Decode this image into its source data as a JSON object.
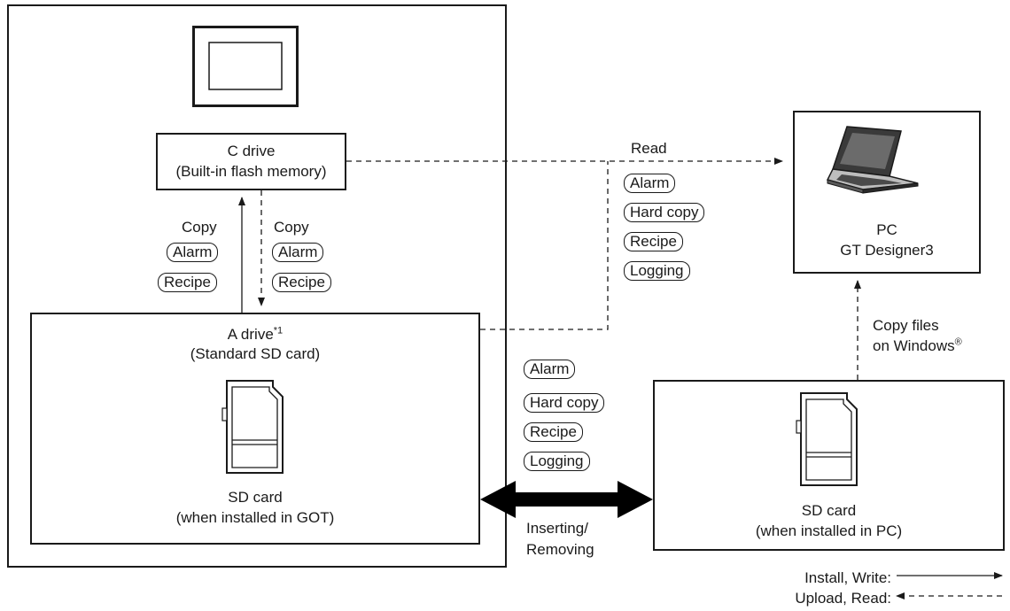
{
  "got": {
    "c_drive": {
      "line1": "C drive",
      "line2": "(Built-in flash memory)"
    },
    "copy_up": {
      "label": "Copy",
      "tags": [
        "Alarm",
        "Recipe"
      ]
    },
    "copy_down": {
      "label": "Copy",
      "tags": [
        "Alarm",
        "Recipe"
      ]
    },
    "a_drive": {
      "line1": "A drive",
      "sup": "*1",
      "line2": "(Standard SD card)",
      "card_line1": "SD card",
      "card_line2": "(when installed in GOT)"
    }
  },
  "read_link": {
    "label": "Read",
    "tags": [
      "Alarm",
      "Hard copy",
      "Recipe",
      "Logging"
    ]
  },
  "pc": {
    "line1": "PC",
    "line2": "GT Designer3"
  },
  "copy_files": {
    "line1": "Copy files",
    "line2": "on Windows",
    "reg": "®"
  },
  "transfer": {
    "tags": [
      "Alarm",
      "Hard copy",
      "Recipe",
      "Logging"
    ],
    "line1": "Inserting/",
    "line2": "Removing"
  },
  "pc_card": {
    "line1": "SD card",
    "line2": "(when installed in PC)"
  },
  "legend": {
    "write": "Install, Write:",
    "read": "Upload, Read:"
  }
}
